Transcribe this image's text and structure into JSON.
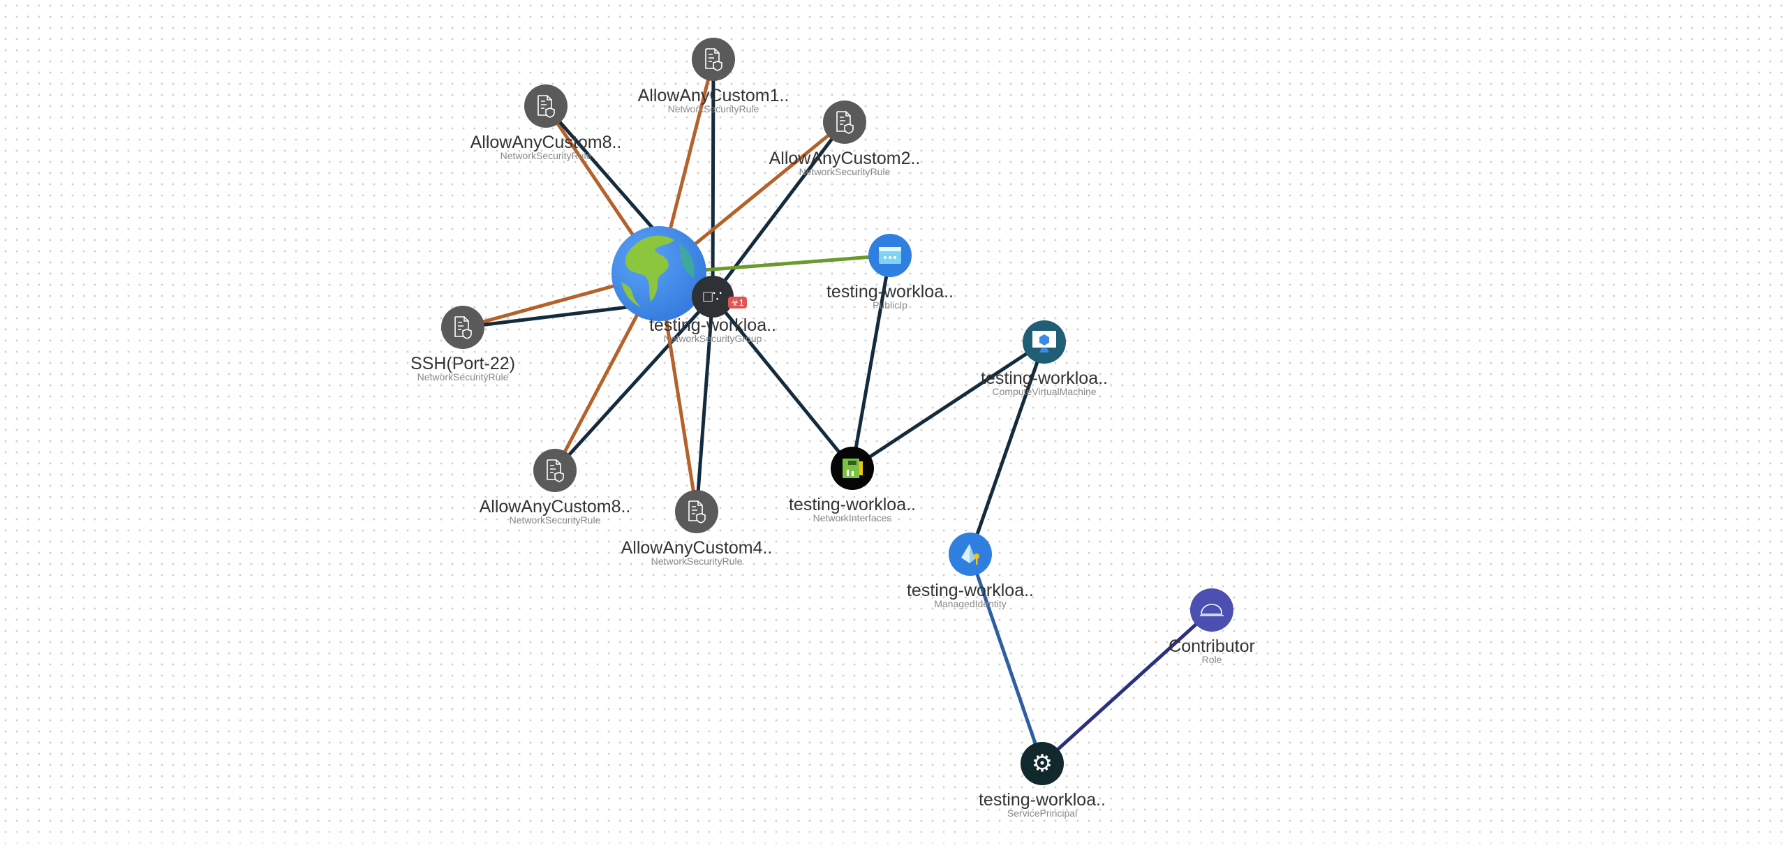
{
  "nodes": [
    {
      "id": "globe",
      "name": "",
      "type": ""
    },
    {
      "id": "nsg",
      "name": "testing-workloa..",
      "type": "NetworkSecurityGroup",
      "badge": "1"
    },
    {
      "id": "rule1",
      "name": "AllowAnyCustom1..",
      "type": "NetworkSecurityRule"
    },
    {
      "id": "rule8a",
      "name": "AllowAnyCustom8..",
      "type": "NetworkSecurityRule"
    },
    {
      "id": "rule2",
      "name": "AllowAnyCustom2..",
      "type": "NetworkSecurityRule"
    },
    {
      "id": "ssh",
      "name": "SSH(Port-22)",
      "type": "NetworkSecurityRule"
    },
    {
      "id": "rule8b",
      "name": "AllowAnyCustom8..",
      "type": "NetworkSecurityRule"
    },
    {
      "id": "rule4",
      "name": "AllowAnyCustom4..",
      "type": "NetworkSecurityRule"
    },
    {
      "id": "pip",
      "name": "testing-workloa..",
      "type": "PublicIp"
    },
    {
      "id": "vm",
      "name": "testing-workloa..",
      "type": "ComputeVirtualMachine"
    },
    {
      "id": "nic",
      "name": "testing-workloa..",
      "type": "NetworkInterfaces"
    },
    {
      "id": "mi",
      "name": "testing-workloa..",
      "type": "ManagedIdentity"
    },
    {
      "id": "role",
      "name": "Contributor",
      "type": "Role"
    },
    {
      "id": "sp",
      "name": "testing-workloa..",
      "type": "ServicePrincipal"
    }
  ],
  "colors": {
    "internet_edge": "#b5612a",
    "navy_edge": "#142b3d",
    "public_edge": "#6a9a2e",
    "identity_edge": "#2d5fa0",
    "role_edge": "#2b2f7f"
  }
}
